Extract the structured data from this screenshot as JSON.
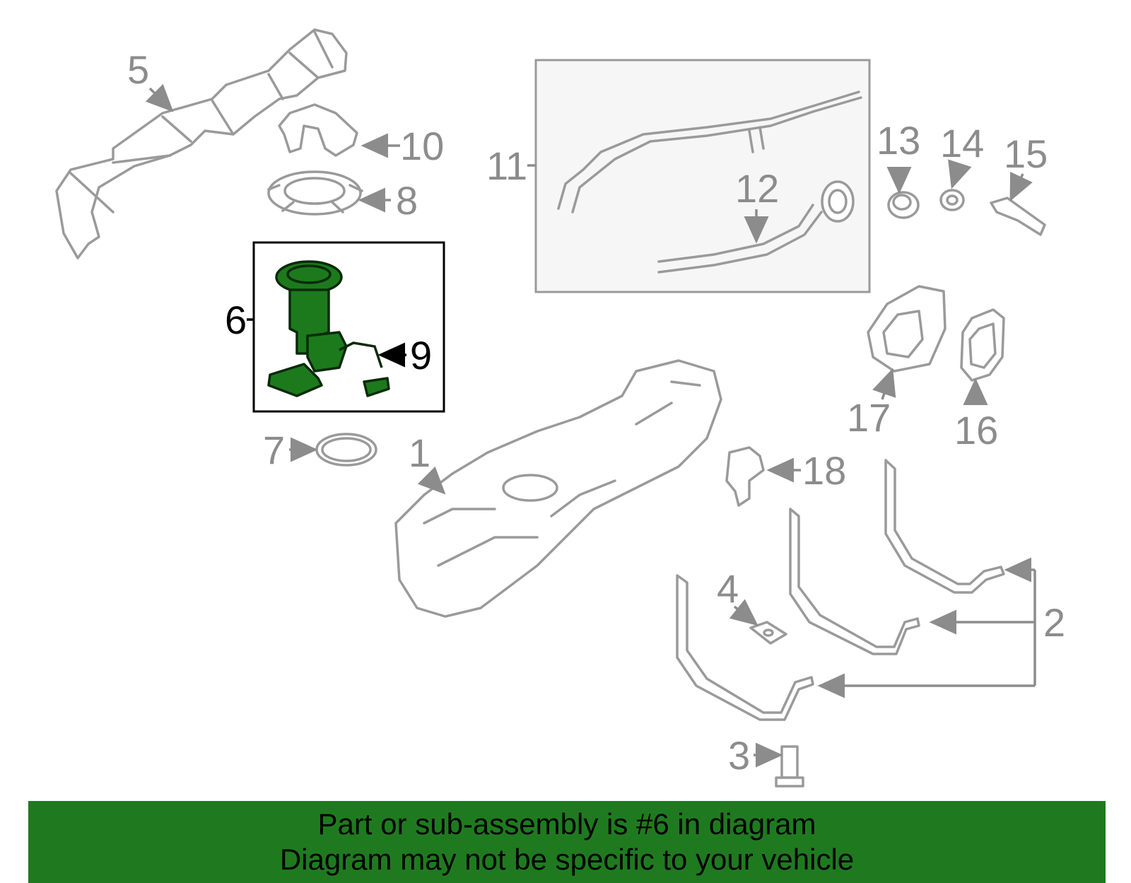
{
  "diagram": {
    "highlighted_part": "6",
    "callouts": [
      {
        "id": "c1",
        "label": "1"
      },
      {
        "id": "c2",
        "label": "2"
      },
      {
        "id": "c3",
        "label": "3"
      },
      {
        "id": "c4",
        "label": "4"
      },
      {
        "id": "c5",
        "label": "5"
      },
      {
        "id": "c6",
        "label": "6"
      },
      {
        "id": "c7",
        "label": "7"
      },
      {
        "id": "c8",
        "label": "8"
      },
      {
        "id": "c9",
        "label": "9"
      },
      {
        "id": "c10",
        "label": "10"
      },
      {
        "id": "c11",
        "label": "11"
      },
      {
        "id": "c12",
        "label": "12"
      },
      {
        "id": "c13",
        "label": "13"
      },
      {
        "id": "c14",
        "label": "14"
      },
      {
        "id": "c15",
        "label": "15"
      },
      {
        "id": "c16",
        "label": "16"
      },
      {
        "id": "c17",
        "label": "17"
      },
      {
        "id": "c18",
        "label": "18"
      }
    ]
  },
  "banner": {
    "line1": "Part or sub-assembly is #6 in diagram",
    "line2": "Diagram may not be specific to your vehicle",
    "color": "#1f7a1f"
  },
  "colors": {
    "part_outline": "#9a9a9a",
    "highlight_fill": "#1c7a1c",
    "label_gray": "#8c8c8c",
    "label_highlight": "#000000"
  }
}
